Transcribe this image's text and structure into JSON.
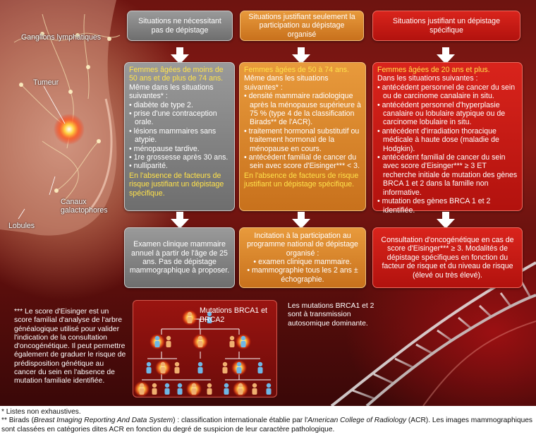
{
  "anatomy": {
    "ganglions": "Ganglions lymphatiques",
    "tumeur": "Tumeur",
    "canaux": "Canaux galactophores",
    "lobules": "Lobules"
  },
  "columns": [
    {
      "header": "Situations ne nécessitant pas de dépistage",
      "intro_yellow": "Femmes âgées de moins de 50 ans et de plus de 74 ans.",
      "intro_white": "Même dans les situations suivantes* :",
      "bullets": [
        "diabète de type 2.",
        "prise d'une contraception orale.",
        "lésions mammaires sans atypie.",
        "ménopause tardive.",
        "1re grossesse après 30 ans.",
        "nulliparité."
      ],
      "tail": "En l'absence de facteurs de risque justifiant un dépistage spécifique.",
      "result": "Examen clinique mammaire annuel à partir de l'âge de 25 ans. Pas de dépistage mammographique à proposer."
    },
    {
      "header": "Situations justifiant seulement la participation au dépistage organisé",
      "intro_yellow": "Femmes âgées de 50 à 74 ans.",
      "intro_white": "Même dans les situations suivantes* :",
      "bullets": [
        "densité mammaire radiologique après la ménopause supérieure à 75 % (type 4 de la classification Birads** de l'ACR).",
        "traitement hormonal substitutif ou traitement hormonal de la ménopause en cours.",
        "antécédent familial de cancer du sein avec score d'Eisinger*** < 3."
      ],
      "tail": "En l'absence de facteurs de risque justifiant un dépistage spécifique.",
      "result_intro": "Incitation à la participation au programme national de dépistage organisé :",
      "result_bullets": [
        "examen clinique mammaire.",
        "mammographie tous les 2 ans ± échographie."
      ]
    },
    {
      "header": "Situations justifiant un dépistage spécifique",
      "intro_yellow": "Femmes âgées de 20 ans et plus.",
      "intro_white": "Dans les situations suivantes :",
      "bullets": [
        "antécédent personnel de cancer du sein ou de carcinome canalaire in situ.",
        "antécédent personnel d'hyperplasie canalaire ou lobulaire atypique ou de carcinome lobulaire in situ.",
        "antécédent d'irradiation thoracique médicale à haute dose (maladie de Hodgkin).",
        "antécédent familial de cancer du sein avec score d'Eisinger*** ≥ 3 ET recherche initiale de mutation des gènes BRCA 1 et 2 dans la famille non informative.",
        "mutation des gènes BRCA 1 et 2 identifiée."
      ],
      "result": "Consultation d'oncogénétique en cas de score d'Eisinger*** ≥ 3. Modalités de dépistage spécifiques en fonction du facteur de risque et du niveau de risque (élevé ou très élevé)."
    }
  ],
  "eisinger_note": "*** Le score d'Eisinger est un score familial d'analyse de l'arbre généalogique utilisé pour valider l'indication de la consultation d'oncogénétique. Il peut permettre également de graduer le risque de prédisposition génétique au cancer du sein en l'absence de mutation familiale identifiée.",
  "tree": {
    "label": "Mutations BRCA1 et BRCA2",
    "transmission": "Les mutations BRCA1 et 2 sont à transmission autosomique dominante."
  },
  "footnotes": {
    "f1": "* Listes non exhaustives.",
    "f2_prefix": "** Birads (",
    "f2_italic1": "Breast Imaging Reporting And Data System",
    "f2_mid": ") : classification internationale établie par l'",
    "f2_italic2": "American College of Radiology",
    "f2_suffix": " (ACR). Les images mammographiques sont classées en catégories dites ACR en fonction du degré de suspicion de leur caractère pathologique."
  }
}
